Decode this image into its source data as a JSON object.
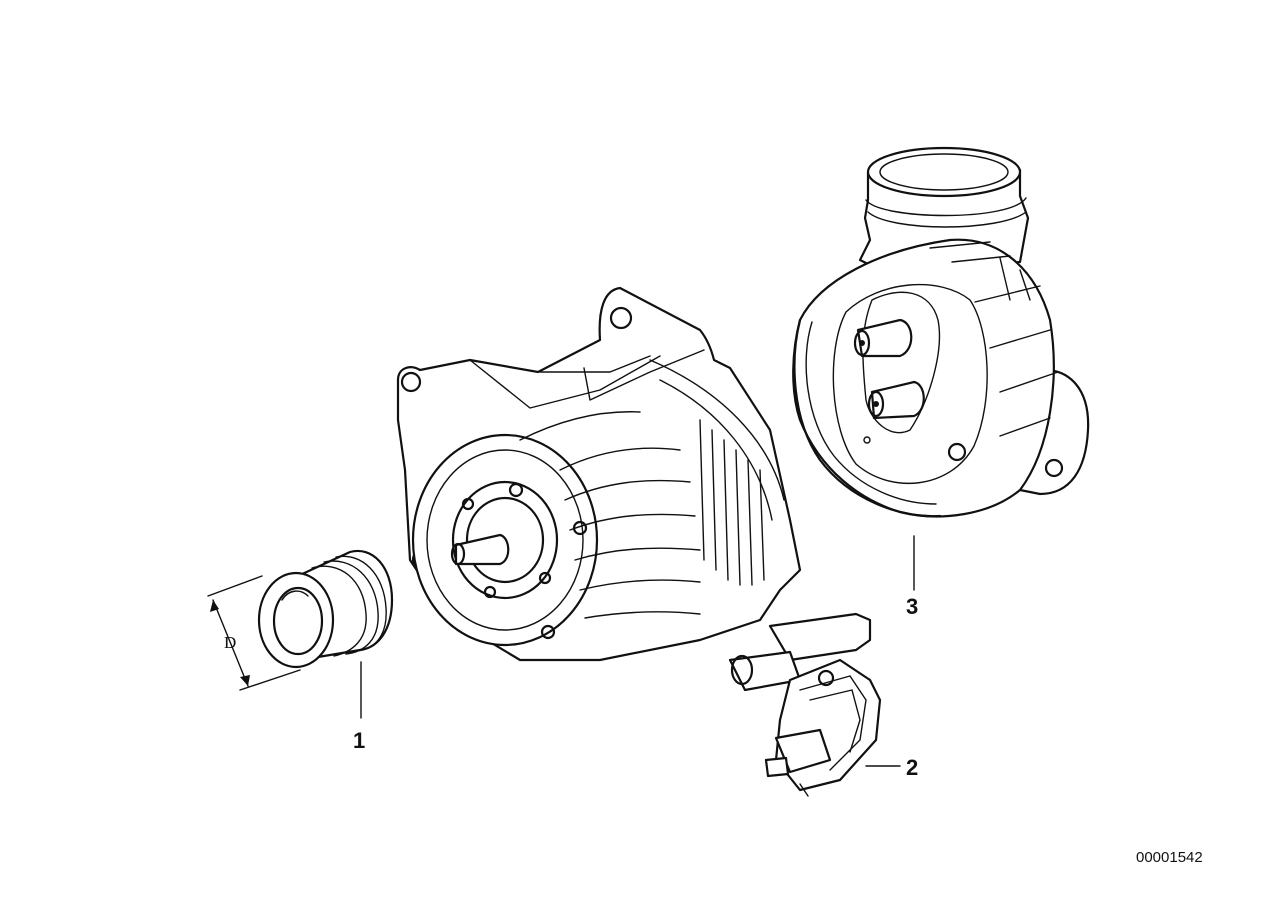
{
  "diagram": {
    "reference_number": "00001542",
    "dimension_label": "D",
    "callouts": [
      {
        "id": "1",
        "label": "1"
      },
      {
        "id": "2",
        "label": "2"
      },
      {
        "id": "3",
        "label": "3"
      }
    ]
  }
}
